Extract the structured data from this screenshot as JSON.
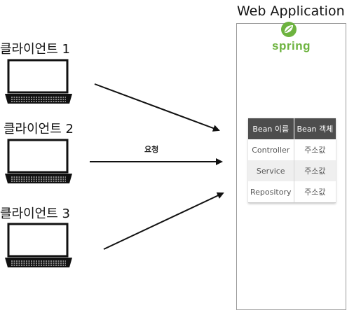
{
  "clients": [
    {
      "label": "클라이언트 1"
    },
    {
      "label": "클라이언트 2"
    },
    {
      "label": "클라이언트 3"
    }
  ],
  "request_label": "요청",
  "app": {
    "title": "Web Application",
    "logo_text": "spring"
  },
  "bean_table": {
    "headers": [
      "Bean 이름",
      "Bean 객체"
    ],
    "rows": [
      [
        "Controller",
        "주소값"
      ],
      [
        "Service",
        "주소값"
      ],
      [
        "Repository",
        "주소값"
      ]
    ]
  },
  "colors": {
    "spring_green": "#6db33f",
    "table_header": "#4d4d4d"
  }
}
